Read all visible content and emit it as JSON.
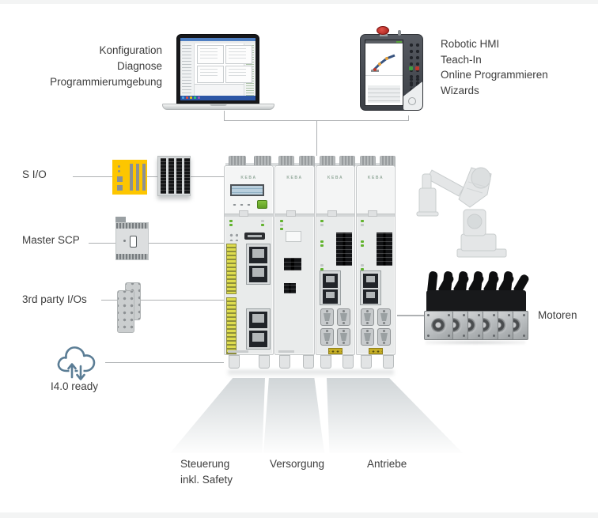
{
  "captions": {
    "laptop": [
      "Konfiguration",
      "Diagnose",
      "Programmierumgebung"
    ],
    "hmi": [
      "Robotic HMI",
      "Teach-In",
      "Online Programmieren",
      "Wizards"
    ]
  },
  "left_labels": {
    "sio": "S I/O",
    "master_scp": "Master SCP",
    "third_party": "3rd party I/Os",
    "i40": "I4.0 ready"
  },
  "right_labels": {
    "motors": "Motoren"
  },
  "bottom_labels": {
    "control_line1": "Steuerung",
    "control_line2": "inkl. Safety",
    "supply": "Versorgung",
    "drives": "Antriebe"
  },
  "controller": {
    "brand": "KEBA"
  },
  "colors": {
    "accent_yellow": "#fdc600",
    "cloud_blue": "#5b7d95",
    "led_green": "#61b32d",
    "text": "#3d3d3d",
    "line": "#aeb1b3"
  }
}
